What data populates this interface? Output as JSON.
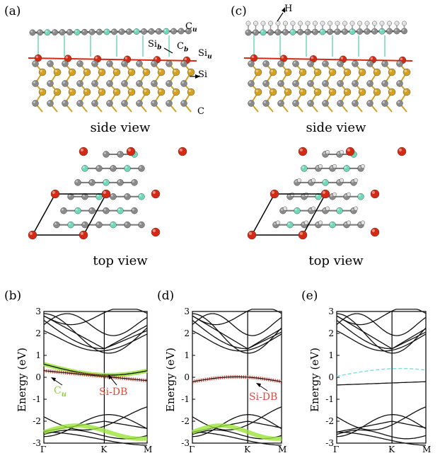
{
  "panels": {
    "a": {
      "label": "(a)",
      "side_caption": "side view",
      "top_caption": "top view"
    },
    "c": {
      "label": "(c)",
      "side_caption": "side view",
      "top_caption": "top view"
    },
    "b": {
      "label": "(b)"
    },
    "d": {
      "label": "(d)"
    },
    "e": {
      "label": "(e)"
    }
  },
  "atom_labels": {
    "cu_base": "C",
    "cu_sub": "u",
    "cb_base": "C",
    "cb_sub": "b",
    "sib_base": "Si",
    "sib_sub": "b",
    "siu_base": "Si",
    "siu_sub": "u",
    "si": "Si",
    "c": "C",
    "h": "H"
  },
  "band_plots": {
    "ylabel": "Energy (eV)",
    "yticks": [
      "3",
      "2",
      "1",
      "0",
      "-1",
      "-2",
      "-3"
    ],
    "xticks": [
      "Γ",
      "K",
      "M"
    ],
    "annotations": {
      "cu_base": "C",
      "cu_sub": "u",
      "si_db_b": "Si-DB",
      "si_db_d": "Si-DB"
    }
  },
  "colors": {
    "silicon": "#d4a020",
    "carbon": "#8a8a8a",
    "surface_si": "#d42a14",
    "carbon_teal": "#6ed8b8",
    "hydrogen": "#e0e0e0",
    "band_line": "#111111",
    "cu_highlight": "#9be23a",
    "si_db_highlight": "#e04a3c",
    "dashed_band": "#7fe0e0"
  }
}
